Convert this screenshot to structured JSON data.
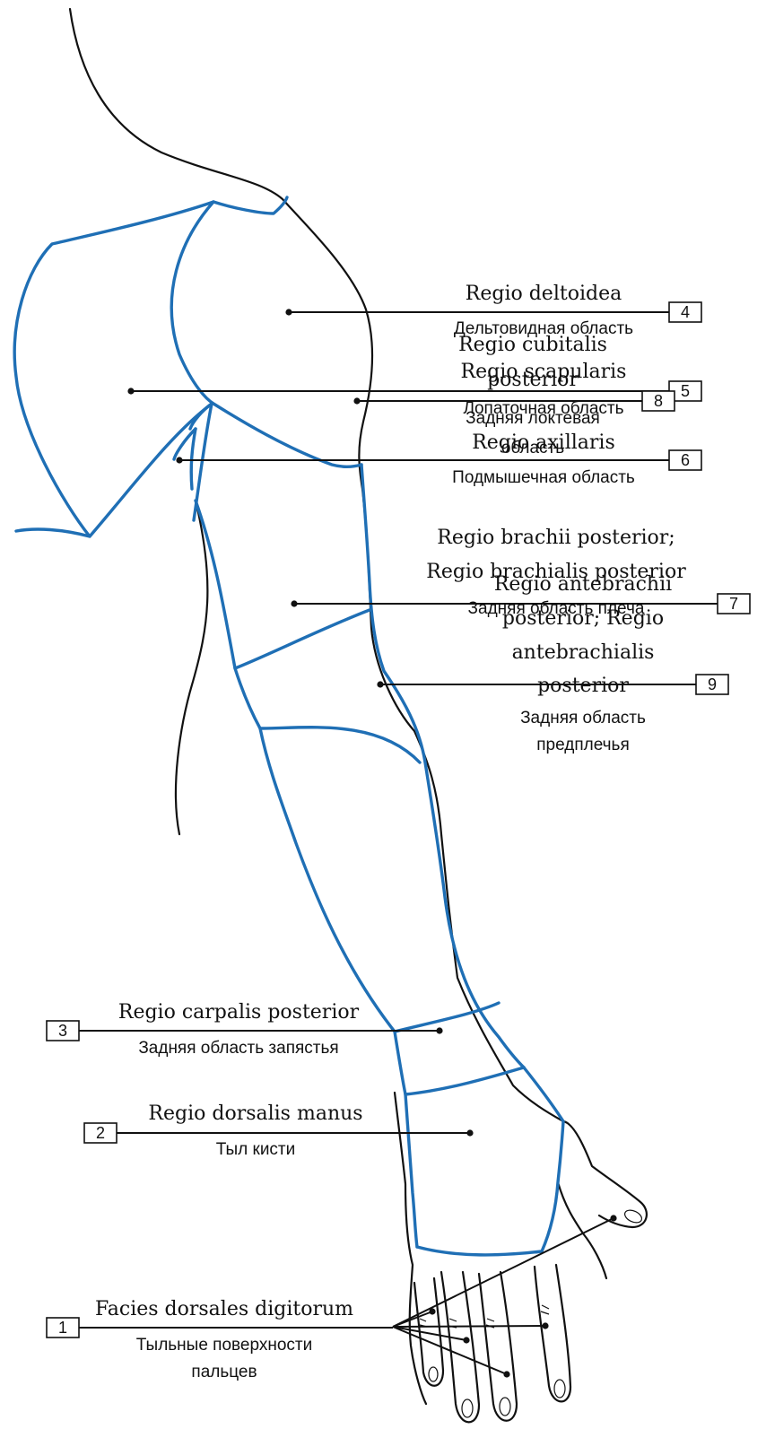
{
  "colors": {
    "region_border": "#1f6fb5",
    "outline": "#111111",
    "background": "#ffffff"
  },
  "labels": [
    {
      "number": "4",
      "latin": [
        "Regio deltoidea"
      ],
      "russian": [
        "Дельтовидная область"
      ]
    },
    {
      "number": "5",
      "latin": [
        "Regio scapularis"
      ],
      "russian": [
        "Лопаточная область"
      ]
    },
    {
      "number": "6",
      "latin": [
        "Regio axillaris"
      ],
      "russian": [
        "Подмышечная область"
      ]
    },
    {
      "number": "7",
      "latin": [
        "Regio brachii posterior;",
        "Regio brachialis posterior"
      ],
      "russian": [
        "Задняя область плеча"
      ]
    },
    {
      "number": "8",
      "latin": [
        "Regio cubitalis",
        "posterior"
      ],
      "russian": [
        "Задняя локтевая",
        "область"
      ]
    },
    {
      "number": "9",
      "latin": [
        "Regio antebrachii",
        "posterior; Regio",
        "antebrachialis",
        "posterior"
      ],
      "russian": [
        "Задняя область",
        "предплечья"
      ]
    },
    {
      "number": "3",
      "latin": [
        "Regio carpalis posterior"
      ],
      "russian": [
        "Задняя область запястья"
      ]
    },
    {
      "number": "2",
      "latin": [
        "Regio dorsalis manus"
      ],
      "russian": [
        "Тыл кисти"
      ]
    },
    {
      "number": "1",
      "latin": [
        "Facies dorsales digitorum"
      ],
      "russian": [
        "Тыльные поверхности",
        "пальцев"
      ]
    }
  ]
}
